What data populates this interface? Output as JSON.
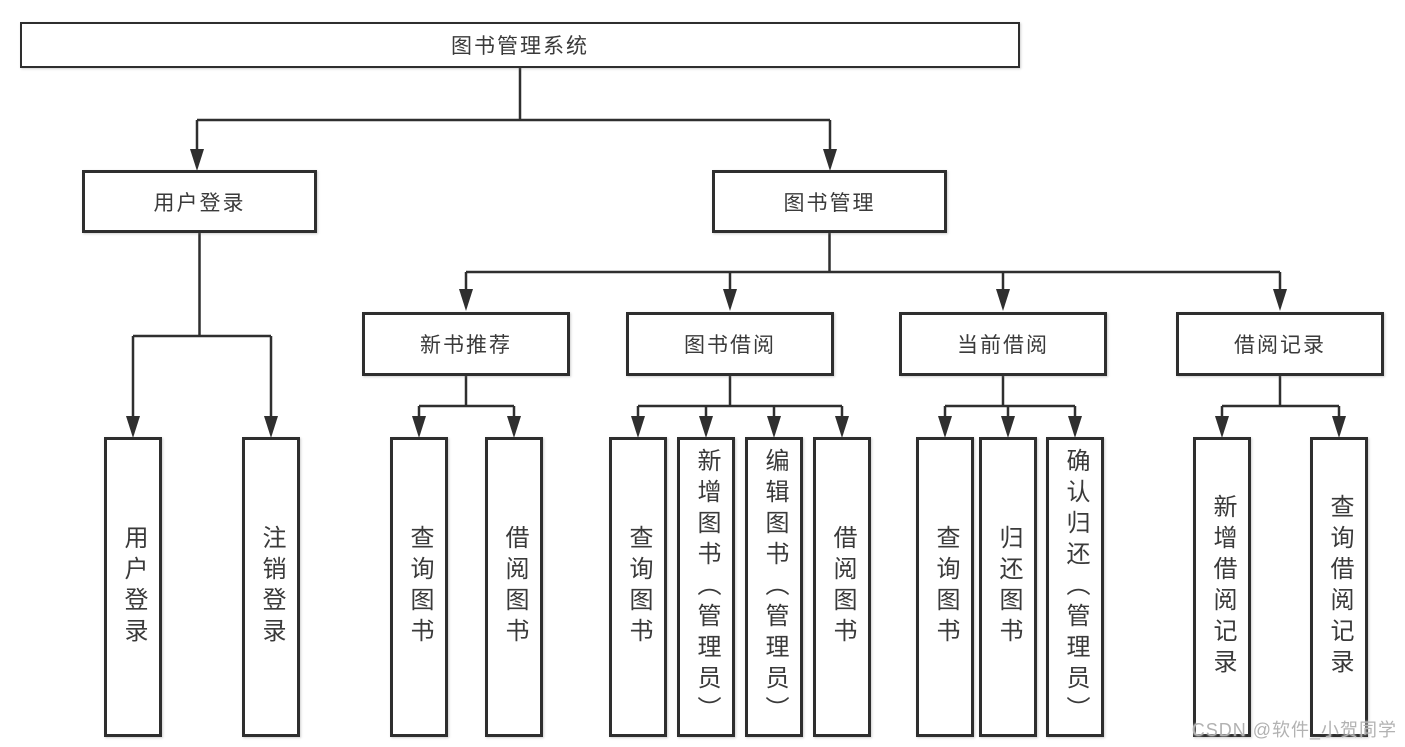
{
  "diagram": {
    "type": "hierarchy-tree",
    "title": "图书管理系统",
    "colors": {
      "line": "#2f2f2f",
      "border": "#2e2e2e",
      "text": "#3a3a3a",
      "background": "#ffffff",
      "watermark": "#b2b2b2"
    }
  },
  "nodes": {
    "root": {
      "label": "图书管理系统",
      "children": [
        "user_login",
        "book_management"
      ]
    },
    "user_login": {
      "label": "用户登录",
      "children": [
        "leaf_user_login",
        "leaf_logout"
      ]
    },
    "book_management": {
      "label": "图书管理",
      "children": [
        "new_book_recommend",
        "book_borrowing",
        "current_borrowing",
        "borrowing_records"
      ]
    },
    "new_book_recommend": {
      "label": "新书推荐",
      "children": [
        "leaf_query_books_1",
        "leaf_borrow_books_1"
      ]
    },
    "book_borrowing": {
      "label": "图书借阅",
      "children": [
        "leaf_query_books_2",
        "leaf_add_books",
        "leaf_edit_books",
        "leaf_borrow_books_2"
      ]
    },
    "current_borrowing": {
      "label": "当前借阅",
      "children": [
        "leaf_query_books_3",
        "leaf_return_books",
        "leaf_confirm_return"
      ]
    },
    "borrowing_records": {
      "label": "借阅记录",
      "children": [
        "leaf_add_borrow_record",
        "leaf_query_borrow_record"
      ]
    },
    "leaf_user_login": {
      "label": "用户登录"
    },
    "leaf_logout": {
      "label": "注销登录"
    },
    "leaf_query_books_1": {
      "label": "查询图书"
    },
    "leaf_borrow_books_1": {
      "label": "借阅图书"
    },
    "leaf_query_books_2": {
      "label": "查询图书"
    },
    "leaf_add_books": {
      "label": "新增图书（管理员）"
    },
    "leaf_edit_books": {
      "label": "编辑图书（管理员）"
    },
    "leaf_borrow_books_2": {
      "label": "借阅图书"
    },
    "leaf_query_books_3": {
      "label": "查询图书"
    },
    "leaf_return_books": {
      "label": "归还图书"
    },
    "leaf_confirm_return": {
      "label": "确认归还（管理员）"
    },
    "leaf_add_borrow_record": {
      "label": "新增借阅记录"
    },
    "leaf_query_borrow_record": {
      "label": "查询借阅记录"
    }
  },
  "watermark": {
    "text": "CSDN @软件_小贺同学"
  }
}
